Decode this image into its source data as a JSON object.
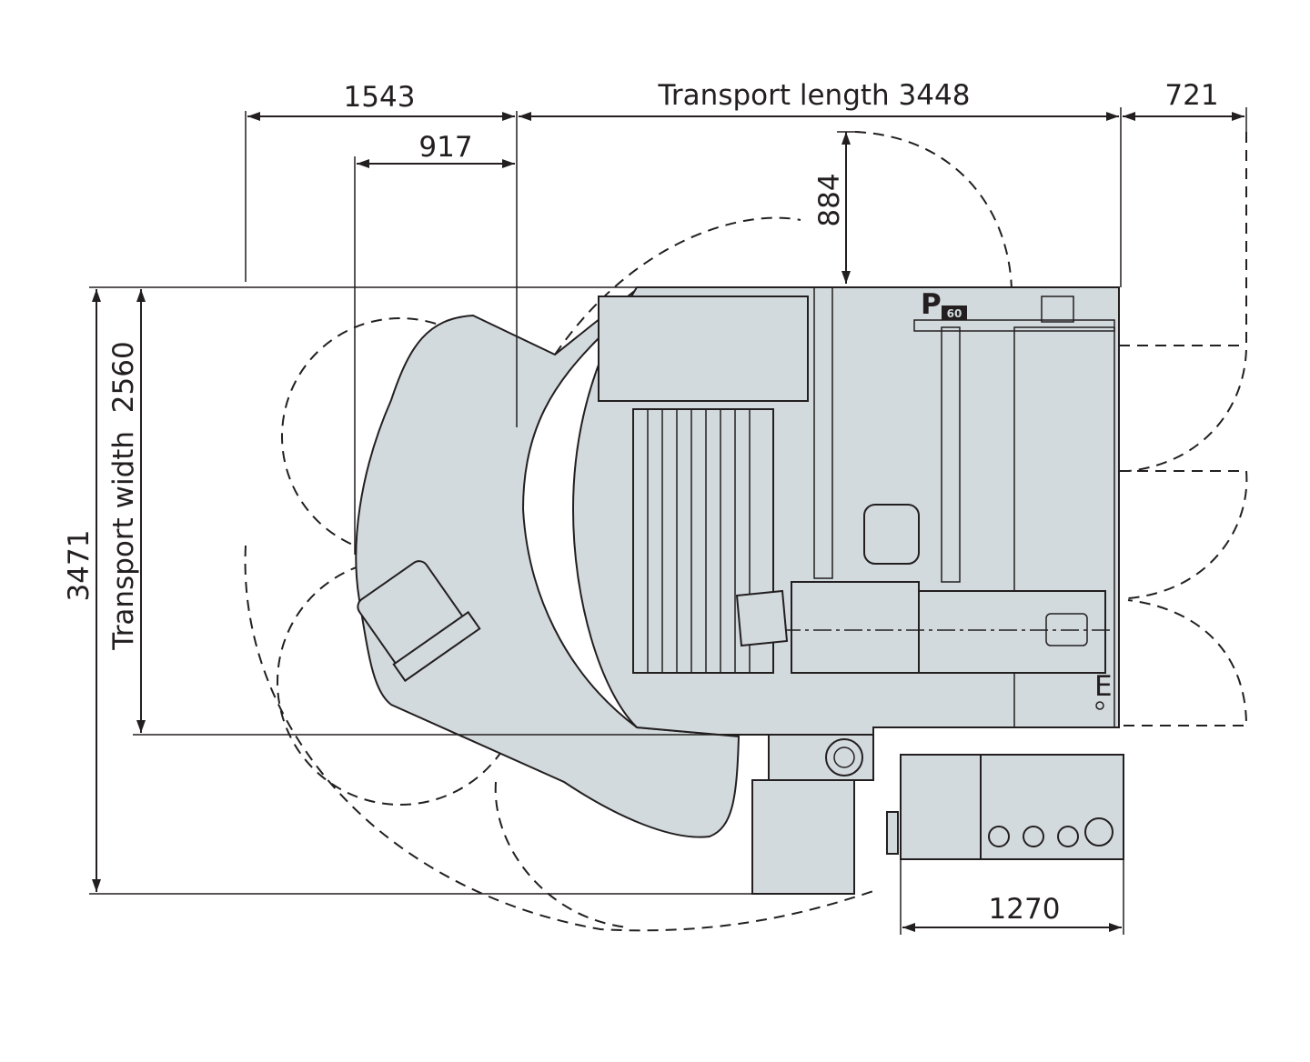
{
  "dimensions": {
    "d1543": "1543",
    "d917": "917",
    "transport_length": "Transport length 3448",
    "d721": "721",
    "d884": "884",
    "d3471": "3471",
    "transport_width": "Transport width  2560",
    "d1270": "1270"
  },
  "markings": {
    "p_label": "P",
    "p_plate": "60",
    "e_label": "E"
  },
  "colors": {
    "machine_fill": "#d3dadd",
    "line": "#231f20"
  }
}
